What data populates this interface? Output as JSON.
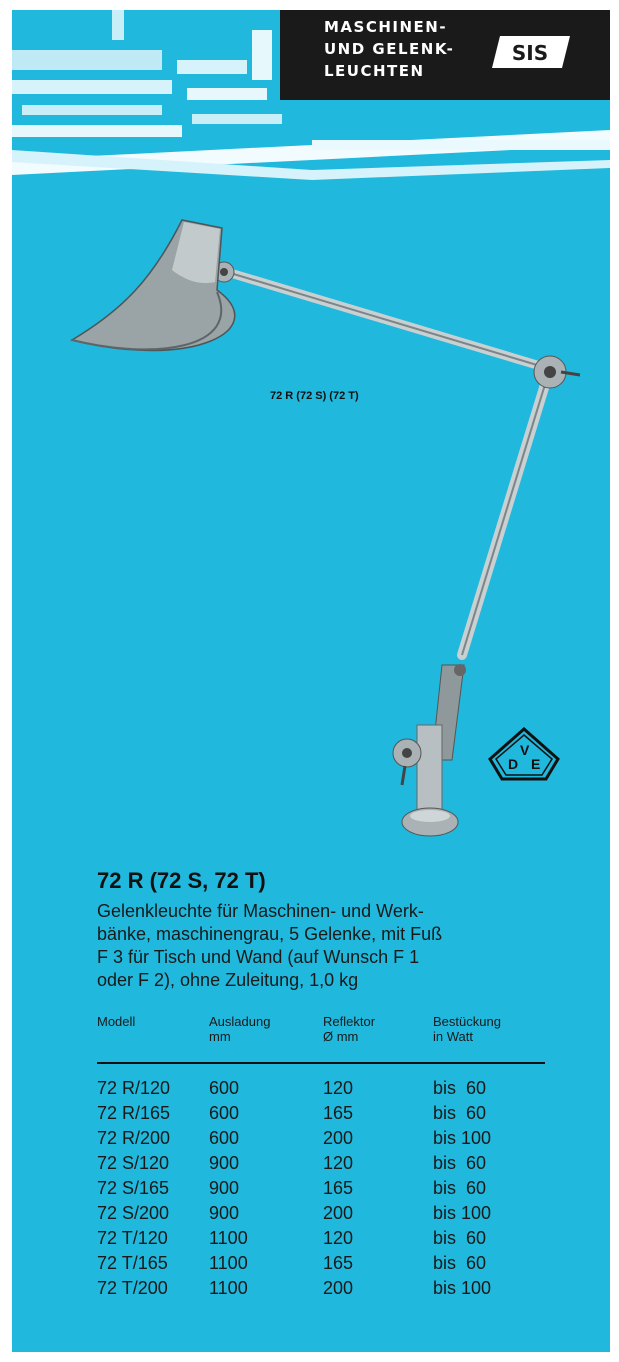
{
  "header": {
    "badge_lines": [
      "MASCHINEN-",
      "UND GELENK-",
      "LEUCHTEN"
    ],
    "logo_text": "SIS"
  },
  "lamp": {
    "caption": "72 R (72 S) (72 T)"
  },
  "mark": {
    "vde_letters": [
      "D",
      "V",
      "E"
    ]
  },
  "product": {
    "title": "72 R (72 S, 72 T)",
    "description_lines": [
      "Gelenkleuchte für Maschinen- und Werk-",
      "bänke, maschinengrau, 5 Gelenke, mit Fuß",
      "F 3 für Tisch und Wand (auf Wunsch F 1",
      "oder F 2), ohne Zuleitung, 1,0 kg"
    ]
  },
  "table": {
    "headers": [
      {
        "line1": "Modell",
        "line2": ""
      },
      {
        "line1": "Ausladung",
        "line2": "mm"
      },
      {
        "line1": "Reflektor",
        "line2": "Ø mm"
      },
      {
        "line1": "Bestückung",
        "line2": "in Watt"
      }
    ],
    "rows": [
      [
        "72 R/120",
        "600",
        "120",
        "bis  60"
      ],
      [
        "72 R/165",
        "600",
        "165",
        "bis  60"
      ],
      [
        "72 R/200",
        "600",
        "200",
        "bis 100"
      ],
      [
        "72 S/120",
        "900",
        "120",
        "bis  60"
      ],
      [
        "72 S/165",
        "900",
        "165",
        "bis  60"
      ],
      [
        "72 S/200",
        "900",
        "200",
        "bis 100"
      ],
      [
        "72 T/120",
        "1100",
        "120",
        "bis  60"
      ],
      [
        "72 T/165",
        "1100",
        "165",
        "bis  60"
      ],
      [
        "72 T/200",
        "1100",
        "200",
        "bis 100"
      ]
    ]
  },
  "colors": {
    "background": "#20b8dc",
    "badge": "#1a1a1a",
    "lamp_body": "#9aa3a6",
    "text": "#1a1a1a"
  }
}
